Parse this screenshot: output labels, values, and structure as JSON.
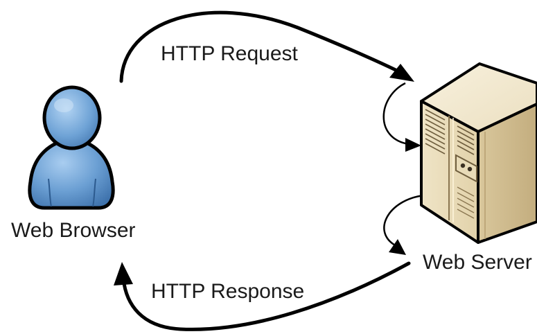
{
  "diagram": {
    "request_label": "HTTP Request",
    "response_label": "HTTP Response",
    "client_label": "Web Browser",
    "server_label": "Web Server",
    "client_icon": "user-icon",
    "server_icon": "server-tower-icon",
    "colors": {
      "arrow": "#000000",
      "user_body": "#5b8fc7",
      "user_highlight": "#8fb9e3",
      "server_light": "#f3ead3",
      "server_mid": "#e0d1ac",
      "server_dark": "#c4ae80"
    }
  }
}
